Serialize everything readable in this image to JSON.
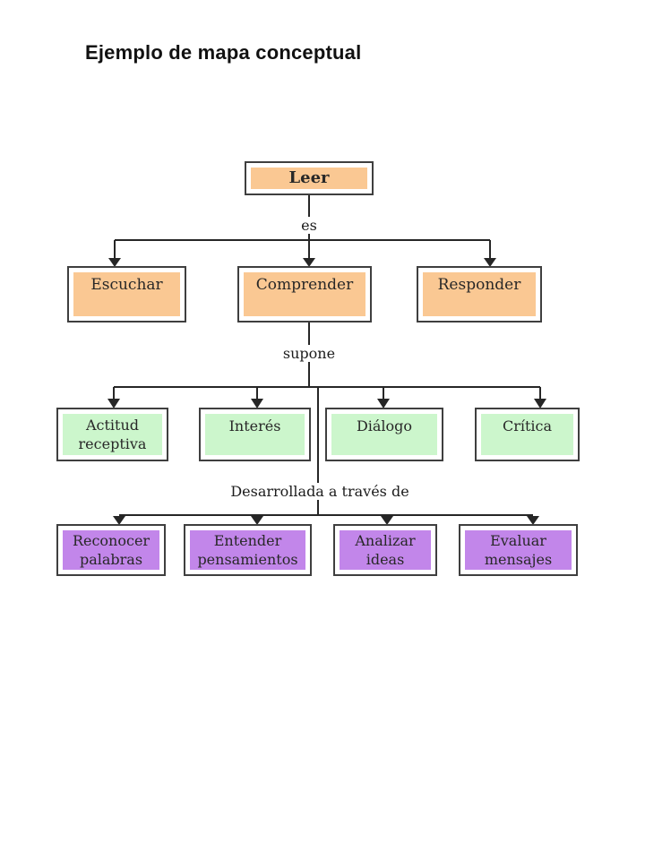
{
  "page": {
    "title": "Ejemplo de mapa conceptual"
  },
  "colors": {
    "orange": "#fac893",
    "green": "#ccf6cc",
    "purple": "#c286ea",
    "border": "#3f3f3f",
    "line": "#262626"
  },
  "diagram": {
    "root": {
      "label": "Leer"
    },
    "labels": {
      "es": "es",
      "supone": "supone",
      "desarrollada": "Desarrollada a través de"
    },
    "level2": [
      {
        "label": "Escuchar"
      },
      {
        "label": "Comprender"
      },
      {
        "label": "Responder"
      }
    ],
    "level3": [
      {
        "label": "Actitud receptiva"
      },
      {
        "label": "Interés"
      },
      {
        "label": "Diálogo"
      },
      {
        "label": "Crítica"
      }
    ],
    "level4": [
      {
        "label": "Reconocer palabras"
      },
      {
        "label": "Entender pensamientos"
      },
      {
        "label": "Analizar ideas"
      },
      {
        "label": "Evaluar mensajes"
      }
    ]
  }
}
